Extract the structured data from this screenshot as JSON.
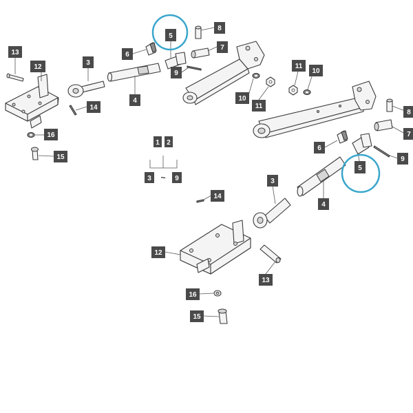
{
  "colors": {
    "callout_bg": "#4a4a4a",
    "callout_text": "#ffffff",
    "highlight_ring": "#3aa6cc"
  },
  "legend": {
    "top_left": "1",
    "top_right": "2",
    "range_start": "3",
    "range_separator": "~",
    "range_end": "9"
  },
  "callouts": [
    "13",
    "12",
    "3",
    "6",
    "5",
    "8",
    "7",
    "9",
    "4",
    "14",
    "16",
    "15",
    "10",
    "11",
    "11",
    "10",
    "8",
    "7",
    "6",
    "9",
    "5",
    "3",
    "4",
    "14",
    "12",
    "13",
    "16",
    "15"
  ]
}
